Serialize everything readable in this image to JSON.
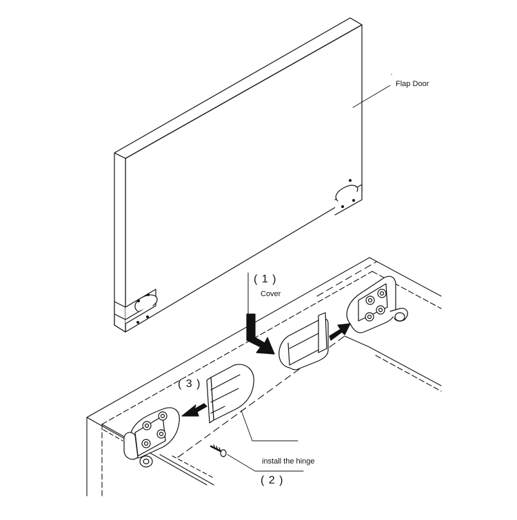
{
  "labels": {
    "flap_door": "Flap Door",
    "step1": "( 1 )",
    "cover": "Cover",
    "step3": "( 3 )",
    "install": "install the hinge",
    "step2": "( 2 )"
  },
  "colors": {
    "line": "#111111",
    "fill": "#ffffff",
    "shade": "#d9d9d9",
    "arrow": "#111111"
  }
}
